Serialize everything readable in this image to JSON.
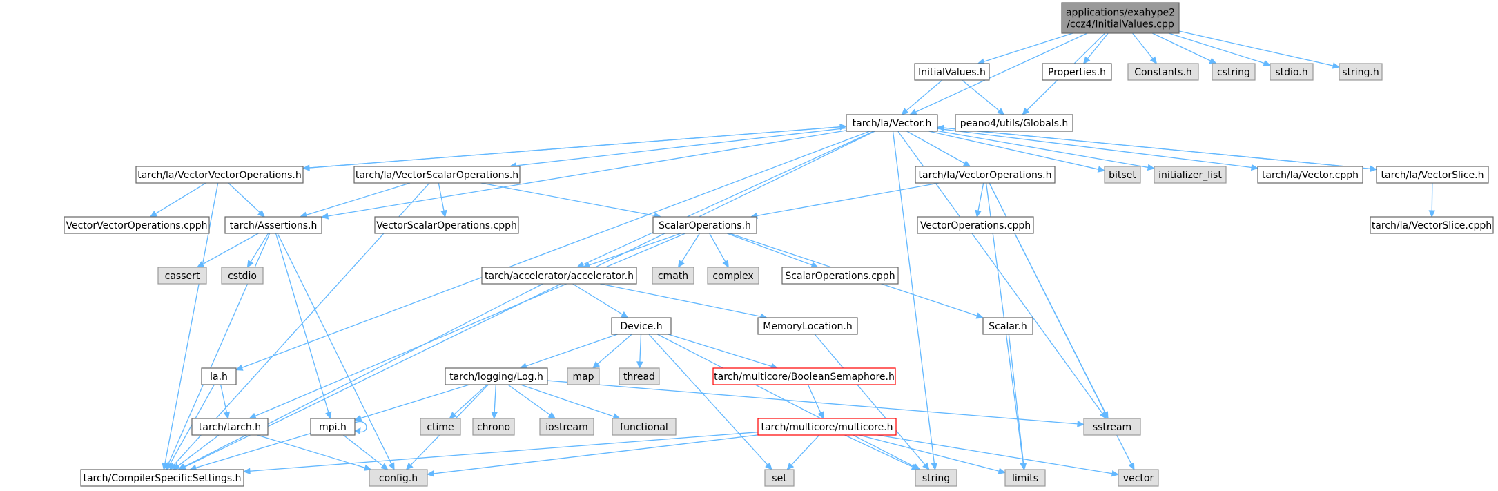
{
  "graph": {
    "nodes": [
      {
        "id": "root",
        "lines": [
          "applications/exahype2",
          "/ccz4/InitialValues.cpp"
        ],
        "kind": "root"
      },
      {
        "id": "initialvalues_h",
        "lines": [
          "InitialValues.h"
        ],
        "kind": "file"
      },
      {
        "id": "properties_h",
        "lines": [
          "Properties.h"
        ],
        "kind": "file"
      },
      {
        "id": "constants_h",
        "lines": [
          "Constants.h"
        ],
        "kind": "system"
      },
      {
        "id": "cstring",
        "lines": [
          "cstring"
        ],
        "kind": "system"
      },
      {
        "id": "stdio_h",
        "lines": [
          "stdio.h"
        ],
        "kind": "system"
      },
      {
        "id": "string_h",
        "lines": [
          "string.h"
        ],
        "kind": "system"
      },
      {
        "id": "vector_h",
        "lines": [
          "tarch/la/Vector.h"
        ],
        "kind": "file"
      },
      {
        "id": "globals_h",
        "lines": [
          "peano4/utils/Globals.h"
        ],
        "kind": "file"
      },
      {
        "id": "vvo_h",
        "lines": [
          "tarch/la/VectorVectorOperations.h"
        ],
        "kind": "file"
      },
      {
        "id": "vso_h",
        "lines": [
          "tarch/la/VectorScalarOperations.h"
        ],
        "kind": "file"
      },
      {
        "id": "vo_h",
        "lines": [
          "tarch/la/VectorOperations.h"
        ],
        "kind": "file"
      },
      {
        "id": "bitset",
        "lines": [
          "bitset"
        ],
        "kind": "system"
      },
      {
        "id": "initializer_list",
        "lines": [
          "initializer_list"
        ],
        "kind": "system"
      },
      {
        "id": "vector_cpph",
        "lines": [
          "tarch/la/Vector.cpph"
        ],
        "kind": "file"
      },
      {
        "id": "vslice_h",
        "lines": [
          "tarch/la/VectorSlice.h"
        ],
        "kind": "file"
      },
      {
        "id": "vslice_cpph",
        "lines": [
          "tarch/la/VectorSlice.cpph"
        ],
        "kind": "file"
      },
      {
        "id": "vvo_cpph",
        "lines": [
          "VectorVectorOperations.cpph"
        ],
        "kind": "file"
      },
      {
        "id": "assertions_h",
        "lines": [
          "tarch/Assertions.h"
        ],
        "kind": "file"
      },
      {
        "id": "vso_cpph",
        "lines": [
          "VectorScalarOperations.cpph"
        ],
        "kind": "file"
      },
      {
        "id": "scalarops_h",
        "lines": [
          "ScalarOperations.h"
        ],
        "kind": "file"
      },
      {
        "id": "vo_cpph",
        "lines": [
          "VectorOperations.cpph"
        ],
        "kind": "file"
      },
      {
        "id": "cassert",
        "lines": [
          "cassert"
        ],
        "kind": "system"
      },
      {
        "id": "cstdio",
        "lines": [
          "cstdio"
        ],
        "kind": "system"
      },
      {
        "id": "accelerator_h",
        "lines": [
          "tarch/accelerator/accelerator.h"
        ],
        "kind": "file"
      },
      {
        "id": "cmath",
        "lines": [
          "cmath"
        ],
        "kind": "system"
      },
      {
        "id": "complex",
        "lines": [
          "complex"
        ],
        "kind": "system"
      },
      {
        "id": "scalarops_cpph",
        "lines": [
          "ScalarOperations.cpph"
        ],
        "kind": "file"
      },
      {
        "id": "device_h",
        "lines": [
          "Device.h"
        ],
        "kind": "file"
      },
      {
        "id": "memloc_h",
        "lines": [
          "MemoryLocation.h"
        ],
        "kind": "file"
      },
      {
        "id": "scalar_h",
        "lines": [
          "Scalar.h"
        ],
        "kind": "file"
      },
      {
        "id": "la_h",
        "lines": [
          "la.h"
        ],
        "kind": "file"
      },
      {
        "id": "log_h",
        "lines": [
          "tarch/logging/Log.h"
        ],
        "kind": "file"
      },
      {
        "id": "map",
        "lines": [
          "map"
        ],
        "kind": "system"
      },
      {
        "id": "thread",
        "lines": [
          "thread"
        ],
        "kind": "system"
      },
      {
        "id": "boolsem_h",
        "lines": [
          "tarch/multicore/BooleanSemaphore.h"
        ],
        "kind": "incomplete"
      },
      {
        "id": "tarch_h",
        "lines": [
          "tarch/tarch.h"
        ],
        "kind": "file"
      },
      {
        "id": "mpi_h",
        "lines": [
          "mpi.h"
        ],
        "kind": "file"
      },
      {
        "id": "ctime",
        "lines": [
          "ctime"
        ],
        "kind": "system"
      },
      {
        "id": "chrono",
        "lines": [
          "chrono"
        ],
        "kind": "system"
      },
      {
        "id": "iostream",
        "lines": [
          "iostream"
        ],
        "kind": "system"
      },
      {
        "id": "functional",
        "lines": [
          "functional"
        ],
        "kind": "system"
      },
      {
        "id": "multicore_h",
        "lines": [
          "tarch/multicore/multicore.h"
        ],
        "kind": "incomplete"
      },
      {
        "id": "sstream",
        "lines": [
          "sstream"
        ],
        "kind": "system"
      },
      {
        "id": "compiler_h",
        "lines": [
          "tarch/CompilerSpecificSettings.h"
        ],
        "kind": "file"
      },
      {
        "id": "config_h",
        "lines": [
          "config.h"
        ],
        "kind": "system"
      },
      {
        "id": "set",
        "lines": [
          "set"
        ],
        "kind": "system"
      },
      {
        "id": "string",
        "lines": [
          "string"
        ],
        "kind": "system"
      },
      {
        "id": "limits",
        "lines": [
          "limits"
        ],
        "kind": "system"
      },
      {
        "id": "vector",
        "lines": [
          "vector"
        ],
        "kind": "system"
      }
    ],
    "edges": [
      [
        "root",
        "vector_h"
      ],
      [
        "root",
        "initialvalues_h"
      ],
      [
        "root",
        "globals_h"
      ],
      [
        "root",
        "properties_h"
      ],
      [
        "root",
        "constants_h"
      ],
      [
        "root",
        "cstring"
      ],
      [
        "root",
        "stdio_h"
      ],
      [
        "root",
        "string_h"
      ],
      [
        "initialvalues_h",
        "vector_h"
      ],
      [
        "initialvalues_h",
        "globals_h"
      ],
      [
        "vector_h",
        "vvo_h"
      ],
      [
        "vector_h",
        "vso_h"
      ],
      [
        "vector_h",
        "vo_h"
      ],
      [
        "vector_h",
        "bitset"
      ],
      [
        "vector_h",
        "initializer_list"
      ],
      [
        "vector_h",
        "vector_cpph"
      ],
      [
        "vector_h",
        "vslice_h"
      ],
      [
        "vector_h",
        "assertions_h"
      ],
      [
        "vector_h",
        "accelerator_h"
      ],
      [
        "vector_h",
        "la_h"
      ],
      [
        "vector_h",
        "compiler_h"
      ],
      [
        "vector_h",
        "string"
      ],
      [
        "vector_h",
        "sstream"
      ],
      [
        "vvo_h",
        "vector_h"
      ],
      [
        "vvo_h",
        "vvo_cpph"
      ],
      [
        "vvo_h",
        "assertions_h"
      ],
      [
        "vvo_h",
        "compiler_h"
      ],
      [
        "vso_h",
        "assertions_h"
      ],
      [
        "vso_h",
        "vso_cpph"
      ],
      [
        "vso_h",
        "scalarops_h"
      ],
      [
        "vso_h",
        "compiler_h"
      ],
      [
        "vo_h",
        "scalarops_h"
      ],
      [
        "vo_h",
        "vo_cpph"
      ],
      [
        "vo_h",
        "sstream"
      ],
      [
        "vo_h",
        "limits"
      ],
      [
        "vo_h",
        "vector"
      ],
      [
        "vslice_h",
        "vector_h"
      ],
      [
        "vslice_h",
        "vslice_cpph"
      ],
      [
        "assertions_h",
        "cassert"
      ],
      [
        "assertions_h",
        "cstdio"
      ],
      [
        "assertions_h",
        "mpi_h"
      ],
      [
        "assertions_h",
        "compiler_h"
      ],
      [
        "assertions_h",
        "config_h"
      ],
      [
        "scalarops_h",
        "accelerator_h"
      ],
      [
        "scalarops_h",
        "cmath"
      ],
      [
        "scalarops_h",
        "complex"
      ],
      [
        "scalarops_h",
        "scalarops_cpph"
      ],
      [
        "scalarops_h",
        "scalar_h"
      ],
      [
        "scalarops_h",
        "tarch_h"
      ],
      [
        "accelerator_h",
        "device_h"
      ],
      [
        "accelerator_h",
        "memloc_h"
      ],
      [
        "accelerator_h",
        "compiler_h"
      ],
      [
        "device_h",
        "log_h"
      ],
      [
        "device_h",
        "map"
      ],
      [
        "device_h",
        "thread"
      ],
      [
        "device_h",
        "boolsem_h"
      ],
      [
        "device_h",
        "set"
      ],
      [
        "device_h",
        "string"
      ],
      [
        "memloc_h",
        "string"
      ],
      [
        "scalar_h",
        "limits"
      ],
      [
        "la_h",
        "tarch_h"
      ],
      [
        "la_h",
        "compiler_h"
      ],
      [
        "log_h",
        "mpi_h"
      ],
      [
        "log_h",
        "ctime"
      ],
      [
        "log_h",
        "chrono"
      ],
      [
        "log_h",
        "iostream"
      ],
      [
        "log_h",
        "functional"
      ],
      [
        "log_h",
        "sstream"
      ],
      [
        "log_h",
        "config_h"
      ],
      [
        "boolsem_h",
        "multicore_h"
      ],
      [
        "tarch_h",
        "compiler_h"
      ],
      [
        "tarch_h",
        "config_h"
      ],
      [
        "mpi_h",
        "mpi_h"
      ],
      [
        "mpi_h",
        "compiler_h"
      ],
      [
        "mpi_h",
        "config_h"
      ],
      [
        "multicore_h",
        "compiler_h"
      ],
      [
        "multicore_h",
        "config_h"
      ],
      [
        "multicore_h",
        "set"
      ],
      [
        "multicore_h",
        "string"
      ],
      [
        "multicore_h",
        "limits"
      ],
      [
        "multicore_h",
        "vector"
      ]
    ]
  },
  "colors": {
    "root_fill": "#999999",
    "file_fill": "#ffffff",
    "system_fill": "#e0e0e0",
    "system_stroke": "#999999",
    "file_stroke": "#666666",
    "incomplete_stroke": "#ff0000",
    "edge": "#63b8ff",
    "text": "#000000"
  }
}
